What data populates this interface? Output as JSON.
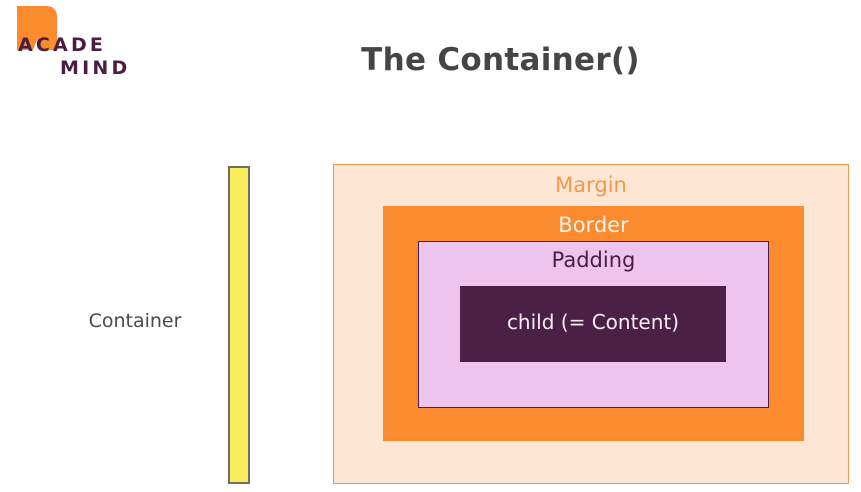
{
  "logo": {
    "name": "academind-logo",
    "mark_icon": "bookmark-mark-icon",
    "line_1": "ACADE",
    "line_2": "MIND",
    "mark_color": "#fb8b2d",
    "text_color": "#4b1d44"
  },
  "header": {
    "title": "The Container()",
    "title_color": "#454545"
  },
  "diagram": {
    "container": {
      "label": "Container",
      "bar_fill": "#f9ed5b",
      "bar_border": "#6e6e64"
    },
    "layers": [
      {
        "key": "margin",
        "label": "Margin",
        "fill": "#fde7d4",
        "stroke": "#f2994a",
        "text_color": "#f2994a"
      },
      {
        "key": "border",
        "label": "Border",
        "fill": "#fc8a2e",
        "stroke": "#fc8a2e",
        "text_color": "#fdf3ec"
      },
      {
        "key": "padding",
        "label": "Padding",
        "fill": "#ecc4ed",
        "stroke": "#4b1d44",
        "text_color": "#4b1d44"
      },
      {
        "key": "content",
        "label": "child (= Content)",
        "fill": "#4b2046",
        "stroke": "#4b2046",
        "text_color": "#f6eef4"
      }
    ]
  }
}
